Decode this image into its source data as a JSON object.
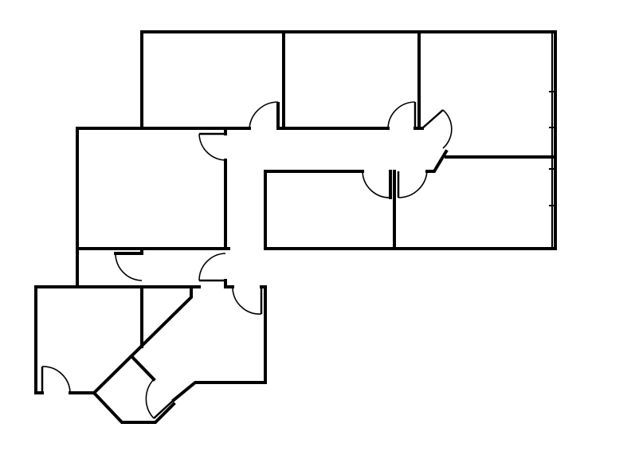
{
  "diagram": {
    "type": "floor-plan",
    "colors": {
      "background": "#ffffff",
      "walls": "#000000"
    },
    "rooms": 11,
    "doors": 11
  }
}
